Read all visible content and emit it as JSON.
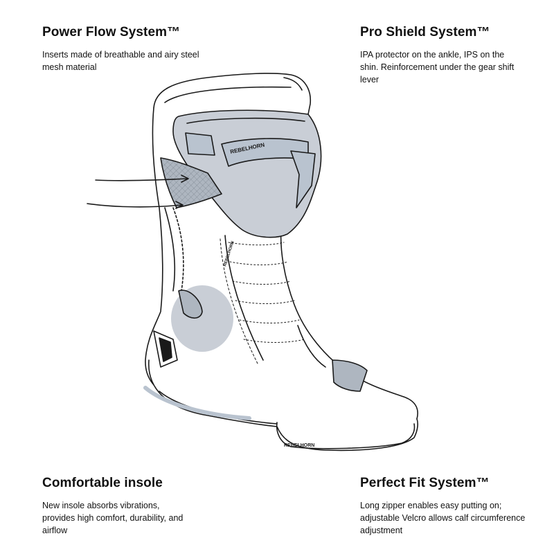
{
  "features": {
    "power_flow": {
      "title": "Power Flow System™",
      "description": "Inserts made of breathable and airy steel mesh material"
    },
    "pro_shield": {
      "title": "Pro Shield System™",
      "description": "IPA protector on the ankle, IPS on the shin. Reinforcement under the gear shift lever"
    },
    "insole": {
      "title": "Comfortable insole",
      "description": "New insole absorbs vibrations, provides high comfort, durability, and airflow"
    },
    "perfect_fit": {
      "title": "Perfect Fit System™",
      "description": "Long zipper enables easy putting on; adjustable Velcro allows calf circumference adjustment"
    }
  },
  "boot": {
    "brand": "REBELHORN",
    "colors": {
      "outline": "#1a1a1a",
      "panel": "#c9ced6",
      "mesh": "#aeb6c0",
      "accent": "#b9c3cf"
    }
  }
}
